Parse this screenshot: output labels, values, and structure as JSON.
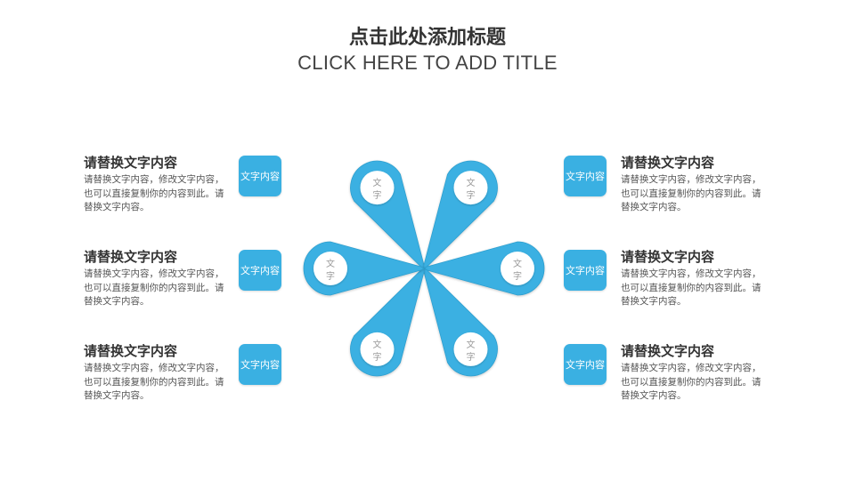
{
  "title": "点击此处添加标题",
  "subtitle": "CLICK HERE TO ADD TITLE",
  "blocks": [
    {
      "heading": "请替换文字内容",
      "text": "请替换文字内容，修改文字内容，也可以直接复制你的内容到此。请替换文字内容。",
      "badge": "文字内容"
    },
    {
      "heading": "请替换文字内容",
      "text": "请替换文字内容，修改文字内容，也可以直接复制你的内容到此。请替换文字内容。",
      "badge": "文字内容"
    },
    {
      "heading": "请替换文字内容",
      "text": "请替换文字内容，修改文字内容，也可以直接复制你的内容到此。请替换文字内容。",
      "badge": "文字内容"
    },
    {
      "heading": "请替换文字内容",
      "text": "请替换文字内容，修改文字内容，也可以直接复制你的内容到此。请替换文字内容。",
      "badge": "文字内容"
    },
    {
      "heading": "请替换文字内容",
      "text": "请替换文字内容，修改文字内容，也可以直接复制你的内容到此。请替换文字内容。",
      "badge": "文字内容"
    },
    {
      "heading": "请替换文字内容",
      "text": "请替换文字内容，修改文字内容，也可以直接复制你的内容到此。请替换文字内容。",
      "badge": "文字内容"
    }
  ],
  "petals": [
    {
      "line1": "文",
      "line2": "字"
    },
    {
      "line1": "文",
      "line2": "字"
    },
    {
      "line1": "文",
      "line2": "字"
    },
    {
      "line1": "文",
      "line2": "字"
    },
    {
      "line1": "文",
      "line2": "字"
    },
    {
      "line1": "文",
      "line2": "字"
    }
  ],
  "colors": {
    "accent": "#3ab0e2",
    "petal_edge": "#2f9fcf",
    "circle": "#ffffff"
  }
}
